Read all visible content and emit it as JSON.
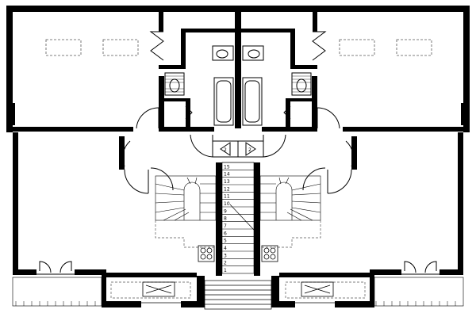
{
  "plan": {
    "stair_numbers": [
      "1",
      "2",
      "3",
      "4",
      "5",
      "6",
      "7",
      "8",
      "9",
      "10",
      "11",
      "12",
      "13",
      "14",
      "15"
    ],
    "landing_markers": [
      "2",
      "2"
    ],
    "colors": {
      "wall": "#000000",
      "line": "#000000",
      "dashed": "#555555",
      "background": "#ffffff"
    }
  }
}
